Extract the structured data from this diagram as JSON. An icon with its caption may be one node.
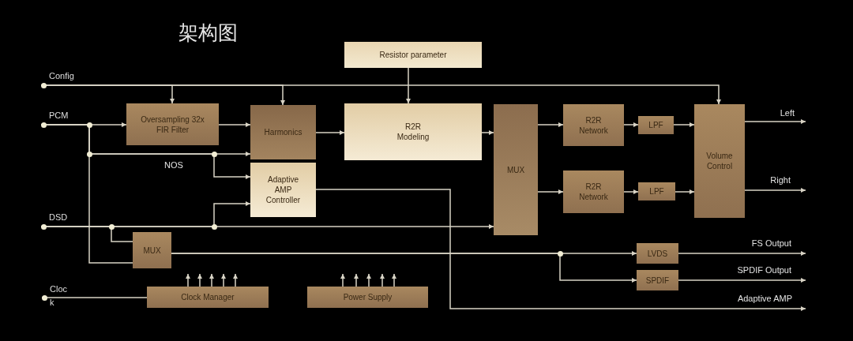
{
  "diagram": {
    "title": "架构图",
    "nodes": [
      {
        "text": [
          "Resistor parameter"
        ]
      },
      {
        "text": [
          "Config"
        ]
      },
      {
        "text": [
          "PCM"
        ]
      },
      {
        "text": [
          "Oversampling 32x FIR Filter"
        ]
      },
      {
        "text": [
          "Harmonics"
        ]
      },
      {
        "text": [
          "R2R Modeling"
        ]
      },
      {
        "text": [
          "MUX"
        ]
      },
      {
        "text": [
          "R2R Network"
        ]
      },
      {
        "text": [
          "LPF"
        ]
      },
      {
        "text": [
          "Volume Control"
        ]
      },
      {
        "text": [
          "Adaptive AMP Controller"
        ]
      },
      {
        "text": [
          "R2R Network"
        ]
      },
      {
        "text": [
          "LPF"
        ]
      },
      {
        "text": [
          "DSD"
        ]
      },
      {
        "text": [
          "MUX"
        ]
      },
      {
        "text": [
          "LVDS"
        ]
      },
      {
        "text": [
          "SPDIF"
        ]
      },
      {
        "text": [
          "Cloc k"
        ]
      },
      {
        "text": [
          "Clock Manager"
        ]
      },
      {
        "text": [
          "Power Supply"
        ]
      }
    ],
    "edges": [
      {
        "from": 1,
        "to": 3,
        "arrow": "to"
      },
      {
        "from": 1,
        "to": 4,
        "arrow": "to"
      },
      {
        "from": 1,
        "to": 9,
        "arrow": "to"
      },
      {
        "from": 0,
        "to": 5,
        "arrow": "to"
      },
      {
        "from": 2,
        "to": 3,
        "arrow": "to"
      },
      {
        "from": 2,
        "to": 4,
        "arrow": "to",
        "label": "NOS"
      },
      {
        "from": 2,
        "to": 10,
        "arrow": "to"
      },
      {
        "from": 2,
        "to": 14,
        "arrow": "none"
      },
      {
        "from": 3,
        "to": 4,
        "arrow": "to"
      },
      {
        "from": 4,
        "to": 5,
        "arrow": "to"
      },
      {
        "from": 5,
        "to": 6,
        "arrow": "to"
      },
      {
        "from": 13,
        "to": 6,
        "arrow": "to"
      },
      {
        "from": 13,
        "to": 10,
        "arrow": "to"
      },
      {
        "from": 13,
        "to": 14,
        "arrow": "none"
      },
      {
        "from": 10,
        "to": null,
        "arrow": "to",
        "label": "Adaptive AMP"
      },
      {
        "from": 6,
        "to": 7,
        "arrow": "to"
      },
      {
        "from": 6,
        "to": 11,
        "arrow": "to"
      },
      {
        "from": 7,
        "to": 8,
        "arrow": "to"
      },
      {
        "from": 8,
        "to": 9,
        "arrow": "to"
      },
      {
        "from": 11,
        "to": 12,
        "arrow": "to"
      },
      {
        "from": 12,
        "to": 9,
        "arrow": "to"
      },
      {
        "from": 9,
        "to": null,
        "arrow": "to",
        "label": "Left"
      },
      {
        "from": 9,
        "to": null,
        "arrow": "to",
        "label": "Right"
      },
      {
        "from": 14,
        "to": 15,
        "arrow": "to"
      },
      {
        "from": 14,
        "to": 16,
        "arrow": "to"
      },
      {
        "from": 15,
        "to": null,
        "arrow": "to",
        "label": "FS Output"
      },
      {
        "from": 16,
        "to": null,
        "arrow": "to",
        "label": "SPDIF Output"
      },
      {
        "from": 17,
        "to": 18,
        "arrow": "none"
      },
      {
        "from": 18,
        "to": null,
        "arrow": "to"
      },
      {
        "from": 18,
        "to": null,
        "arrow": "to"
      },
      {
        "from": 18,
        "to": null,
        "arrow": "to"
      },
      {
        "from": 18,
        "to": null,
        "arrow": "to"
      },
      {
        "from": 18,
        "to": null,
        "arrow": "to"
      },
      {
        "from": 19,
        "to": null,
        "arrow": "to"
      },
      {
        "from": 19,
        "to": null,
        "arrow": "to"
      },
      {
        "from": 19,
        "to": null,
        "arrow": "to"
      },
      {
        "from": 19,
        "to": null,
        "arrow": "to"
      },
      {
        "from": 19,
        "to": null,
        "arrow": "to"
      }
    ]
  }
}
